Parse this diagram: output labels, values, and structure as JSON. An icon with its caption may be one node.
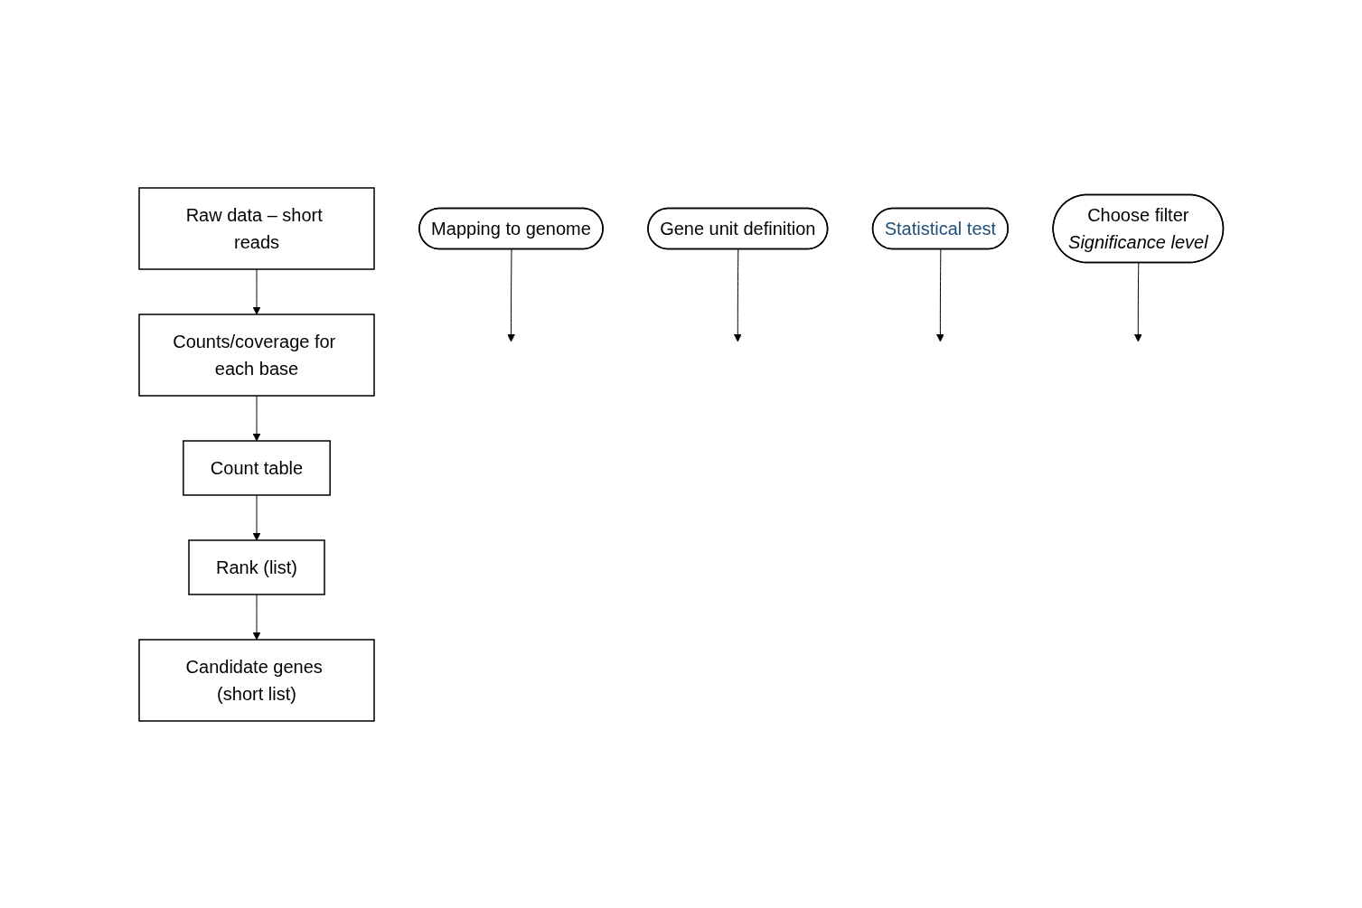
{
  "diagram": {
    "nodes": [
      {
        "text": [
          "Raw data – short reads"
        ]
      },
      {
        "text": [
          "Counts/coverage for each base"
        ]
      },
      {
        "text": [
          "Count table"
        ]
      },
      {
        "text": [
          "Rank (list)"
        ]
      },
      {
        "text": [
          "Candidate genes (short list)"
        ]
      },
      {
        "text": [
          "Mapping to genome"
        ]
      },
      {
        "text": [
          "Gene unit definition"
        ]
      },
      {
        "text": [
          "Statistical test"
        ]
      },
      {
        "text": [
          "Choose filter",
          "Significance level"
        ]
      }
    ],
    "edges": [
      {
        "from": 0,
        "to": 1,
        "arrow": "to"
      },
      {
        "from": 1,
        "to": 2,
        "arrow": "to"
      },
      {
        "from": 2,
        "to": 3,
        "arrow": "to"
      },
      {
        "from": 3,
        "to": 4,
        "arrow": "to"
      },
      {
        "from": 5,
        "to": null,
        "arrow": "to"
      },
      {
        "from": 6,
        "to": null,
        "arrow": "to"
      },
      {
        "from": 7,
        "to": null,
        "arrow": "to"
      },
      {
        "from": 8,
        "to": null,
        "arrow": "to"
      }
    ]
  }
}
